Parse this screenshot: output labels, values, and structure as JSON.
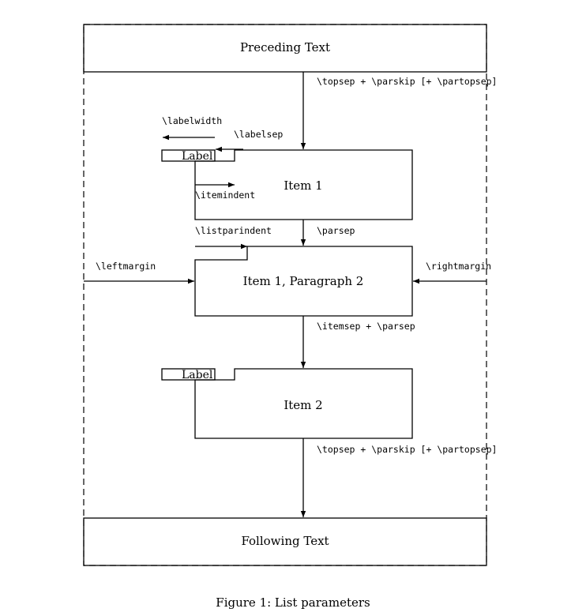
{
  "blocks": {
    "preceding_text": "Preceding Text",
    "item1": "Item 1",
    "item1_paragraph2": "Item 1, Paragraph 2",
    "item2": "Item 2",
    "following_text": "Following Text",
    "label1": "Label",
    "label2": "Label"
  },
  "params": {
    "topsep_top": "\\topsep + \\parskip [+ \\partopsep]",
    "labelwidth": "\\labelwidth",
    "labelsep": "\\labelsep",
    "itemindent": "\\itemindent",
    "listparindent": "\\listparindent",
    "parsep": "\\parsep",
    "leftmargin": "\\leftmargin",
    "rightmargin": "\\rightmargin",
    "itemsep": "\\itemsep + \\parsep",
    "topsep_bottom": "\\topsep + \\parskip [+ \\partopsep]"
  },
  "caption": "Figure 1: List parameters"
}
